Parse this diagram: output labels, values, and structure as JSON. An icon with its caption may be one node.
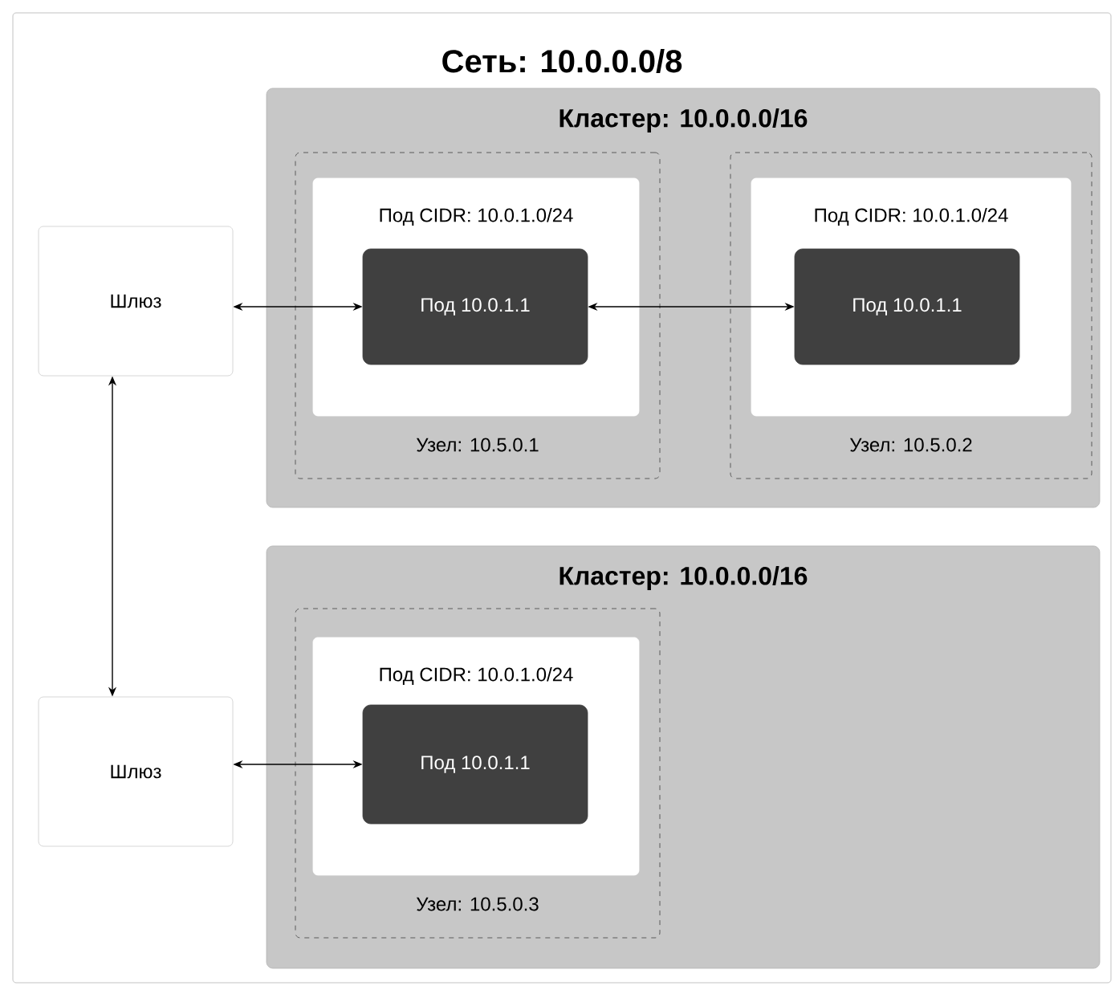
{
  "diagram": {
    "nodes": [
      {
        "text": [
          "Сеть: 10.0.0.0/8"
        ]
      },
      {
        "text": [
          "Шлюз"
        ],
        "in": 0
      },
      {
        "text": [
          "Кластер: 10.0.0.0/16"
        ],
        "in": 0
      },
      {
        "text": [
          "Узел: 10.5.0.1"
        ],
        "in": 2
      },
      {
        "text": [
          "Под CIDR: 10.0.1.0/24"
        ],
        "in": 3
      },
      {
        "text": [
          "Под 10.0.1.1"
        ],
        "in": 4
      },
      {
        "text": [
          "Узел: 10.5.0.2"
        ],
        "in": 2
      },
      {
        "text": [
          "Под CIDR: 10.0.1.0/24"
        ],
        "in": 6
      },
      {
        "text": [
          "Под 10.0.1.1"
        ],
        "in": 7
      },
      {
        "text": [
          "Шлюз"
        ],
        "in": 0
      },
      {
        "text": [
          "Кластер: 10.0.0.0/16"
        ],
        "in": 0
      },
      {
        "text": [
          "Узел: 10.5.0.3"
        ],
        "in": 10
      },
      {
        "text": [
          "Под CIDR: 10.0.1.0/24"
        ],
        "in": 11
      },
      {
        "text": [
          "Под 10.0.1.1"
        ],
        "in": 12
      }
    ],
    "edges": [
      {
        "from": 1,
        "to": 5,
        "arrow": "both"
      },
      {
        "from": 5,
        "to": 8,
        "arrow": "both"
      },
      {
        "from": 1,
        "to": 9,
        "arrow": "both"
      },
      {
        "from": 9,
        "to": 13,
        "arrow": "both"
      }
    ]
  }
}
